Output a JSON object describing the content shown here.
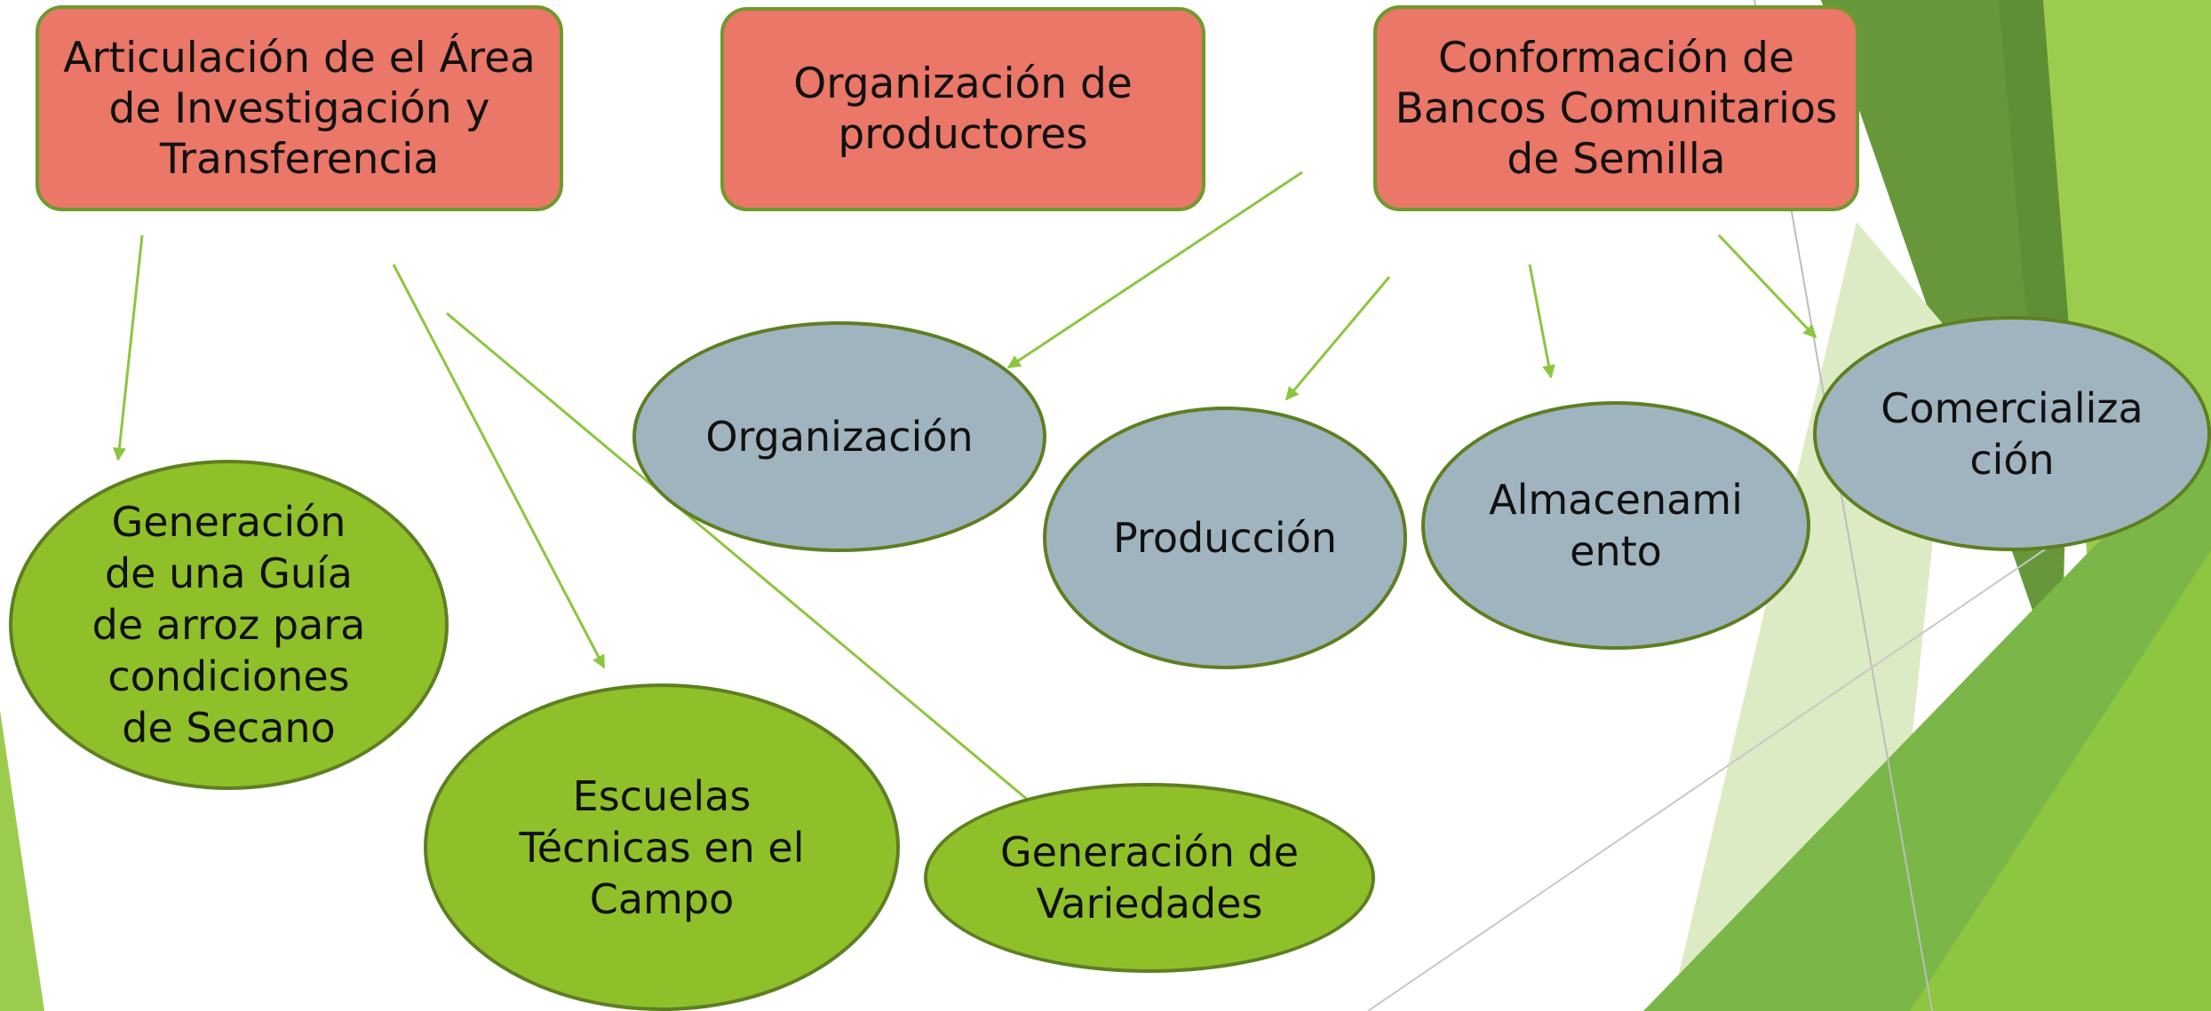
{
  "colors": {
    "header_fill": "#ea7767",
    "header_border": "#6e9a2c",
    "green_node": "#8fc02a",
    "grey_node": "#a0b4bf",
    "arrow": "#8cc63f"
  },
  "headers": {
    "investigacion": "Articulación de el Área\nde Investigación y\nTransferencia",
    "productores": "Organización de\nproductores",
    "bancos": "Conformación de\nBancos Comunitarios\nde Semilla"
  },
  "nodes": {
    "guia": "Generación\nde una Guía\nde arroz para\ncondiciones\nde Secano",
    "escuelas": "Escuelas\nTécnicas en el\nCampo",
    "variedades": "Generación de\nVariedades",
    "organizacion": "Organización",
    "produccion": "Producción",
    "almacenamiento": "Almacenami\nento",
    "comercializacion": "Comercializa\nción"
  }
}
